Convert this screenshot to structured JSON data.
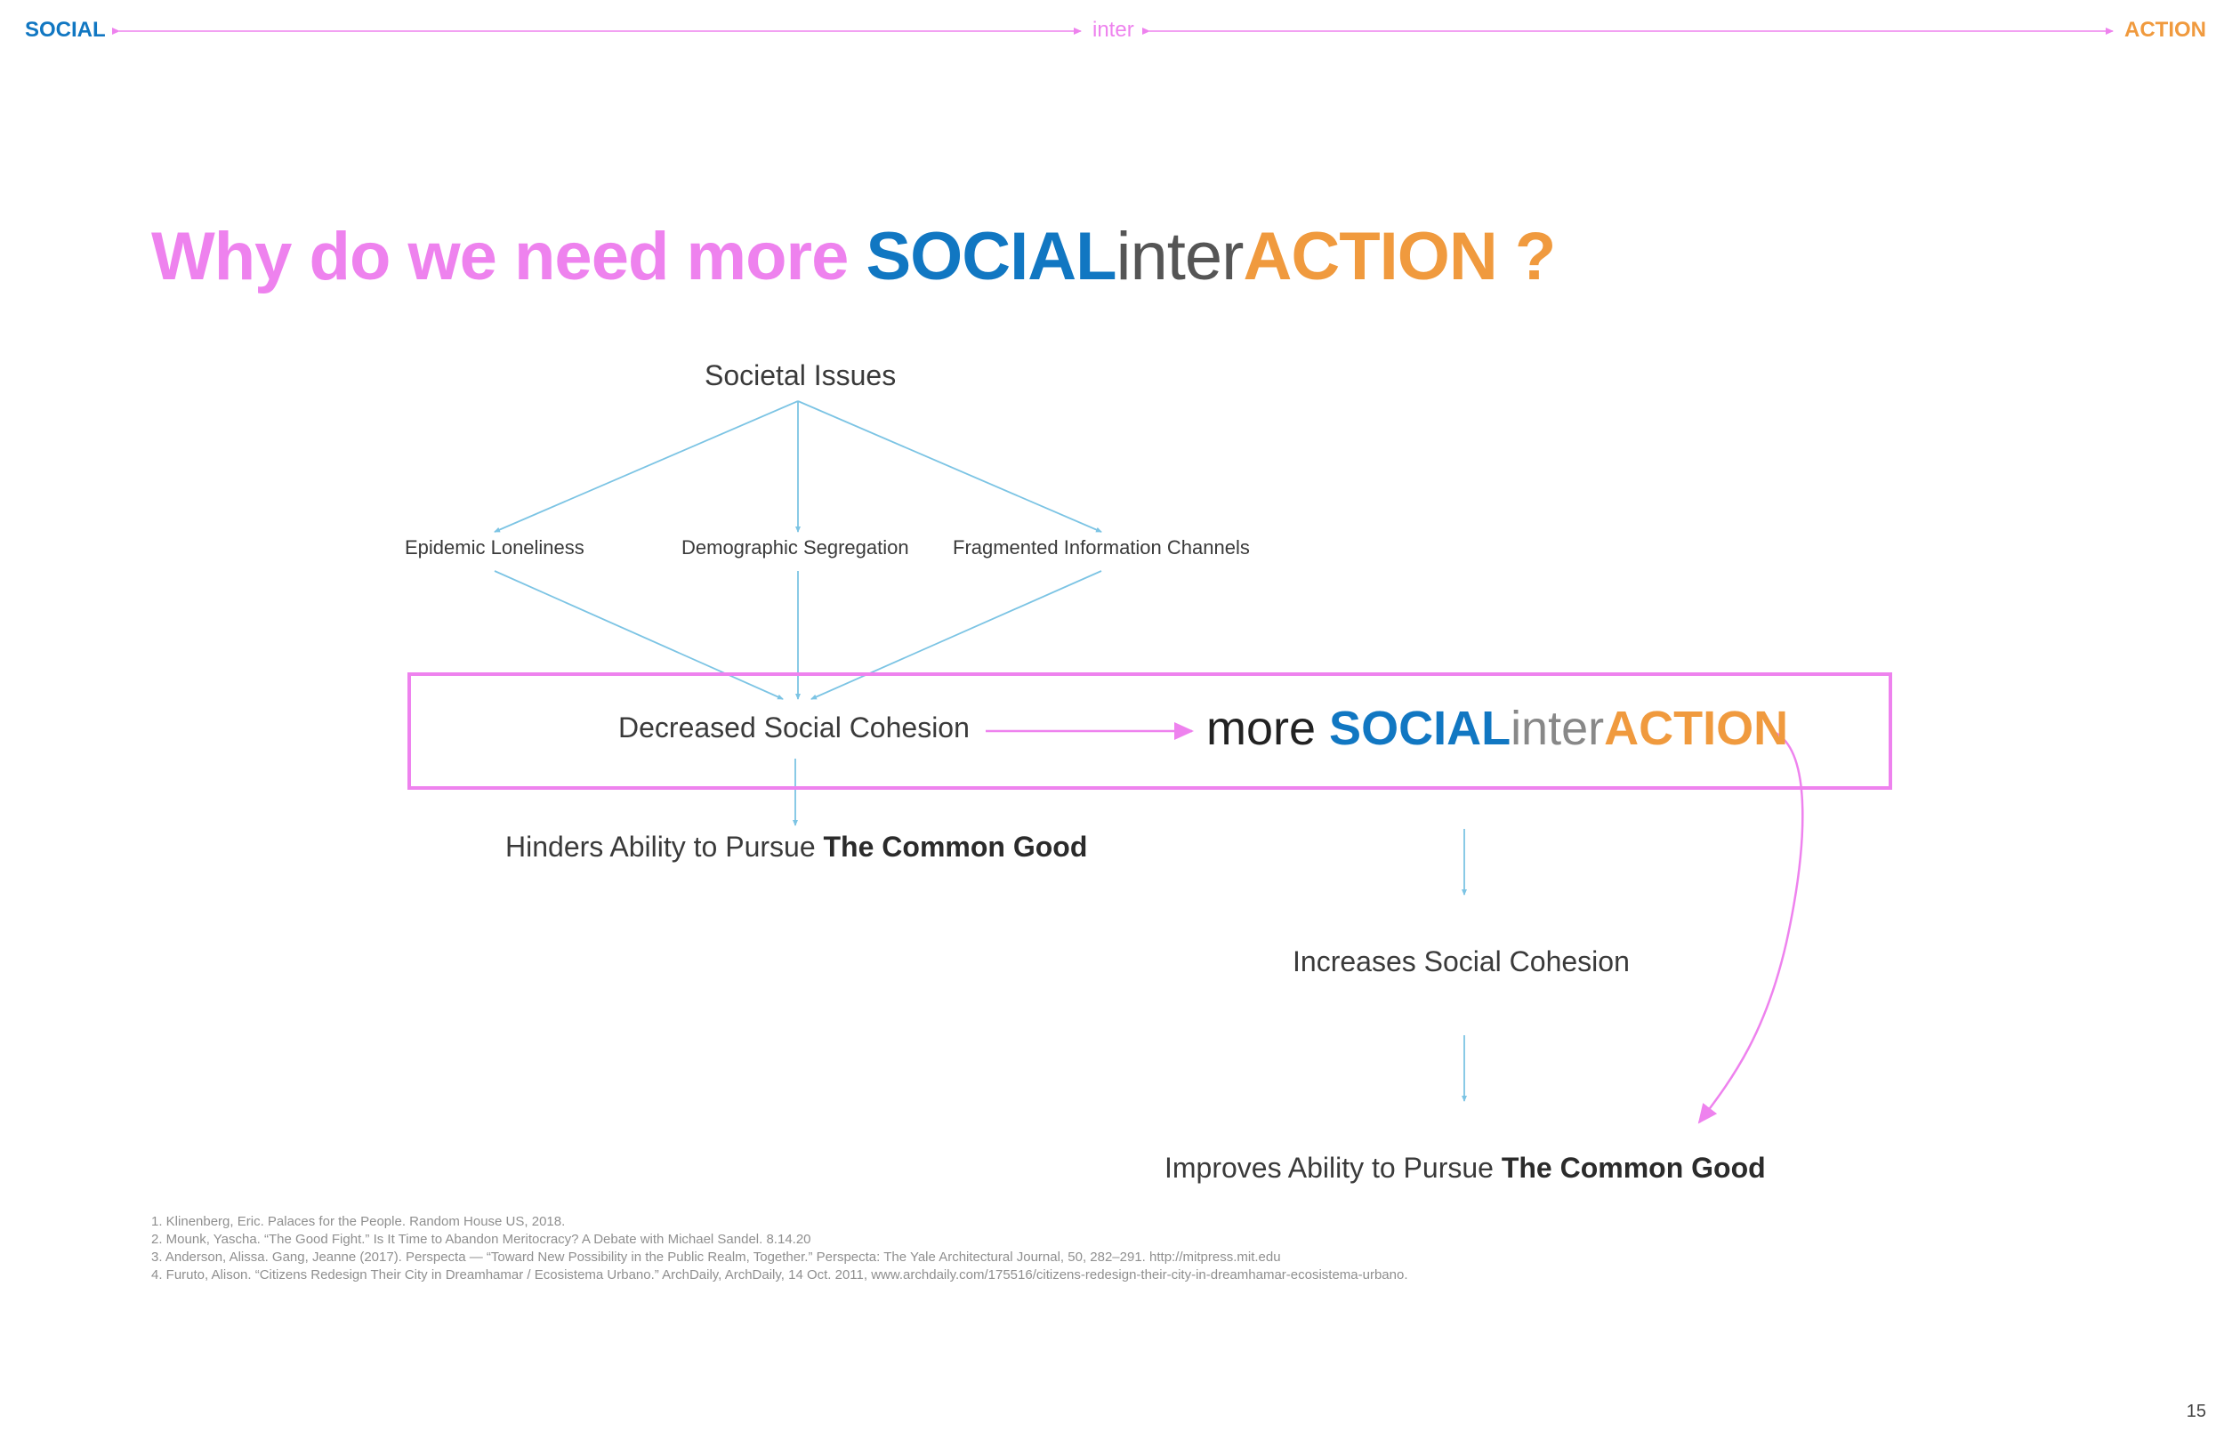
{
  "header": {
    "left_label": "SOCIAL",
    "center_label": "inter",
    "right_label": "ACTION"
  },
  "title": {
    "lead": "Why do we need more ",
    "social": "SOCIAL",
    "inter": "inter",
    "action": "ACTION",
    "tail": " ?"
  },
  "diagram": {
    "root": "Societal Issues",
    "issues": [
      "Epidemic Loneliness",
      "Demographic Segregation",
      "Fragmented Information Channels"
    ],
    "decreased": "Decreased Social Cohesion",
    "more": {
      "prefix": "more ",
      "social": "SOCIAL",
      "inter": "inter",
      "action": "ACTION"
    },
    "hinders": {
      "text": "Hinders Ability to Pursue ",
      "bold": "The Common Good"
    },
    "increases": "Increases Social Cohesion",
    "improves": {
      "text": "Improves Ability to Pursue ",
      "bold": "The Common Good"
    }
  },
  "references": [
    "1. Klinenberg, Eric. Palaces for the People. Random House US, 2018.",
    "2. Mounk, Yascha. “The Good Fight.” Is It Time to Abandon Meritocracy? A Debate with Michael Sandel. 8.14.20",
    "3.  Anderson, Alissa. Gang, Jeanne  (2017). Perspecta — “Toward New Possibility in the Public Realm, Together.” Perspecta: The Yale Architectural Journal, 50, 282–291. http://mitpress.mit.edu",
    "4. Furuto, Alison. “Citizens Redesign Their City in Dreamhamar / Ecosistema Urbano.” ArchDaily, ArchDaily, 14 Oct. 2011, www.archdaily.com/175516/citizens-redesign-their-city-in-dreamhamar-ecosistema-urbano."
  ],
  "page_number": "15",
  "colors": {
    "social_blue": "#1177c2",
    "inter_pink": "#ee82ee",
    "action_orange": "#f09a3e",
    "connector_blue": "#7cc4e4"
  }
}
